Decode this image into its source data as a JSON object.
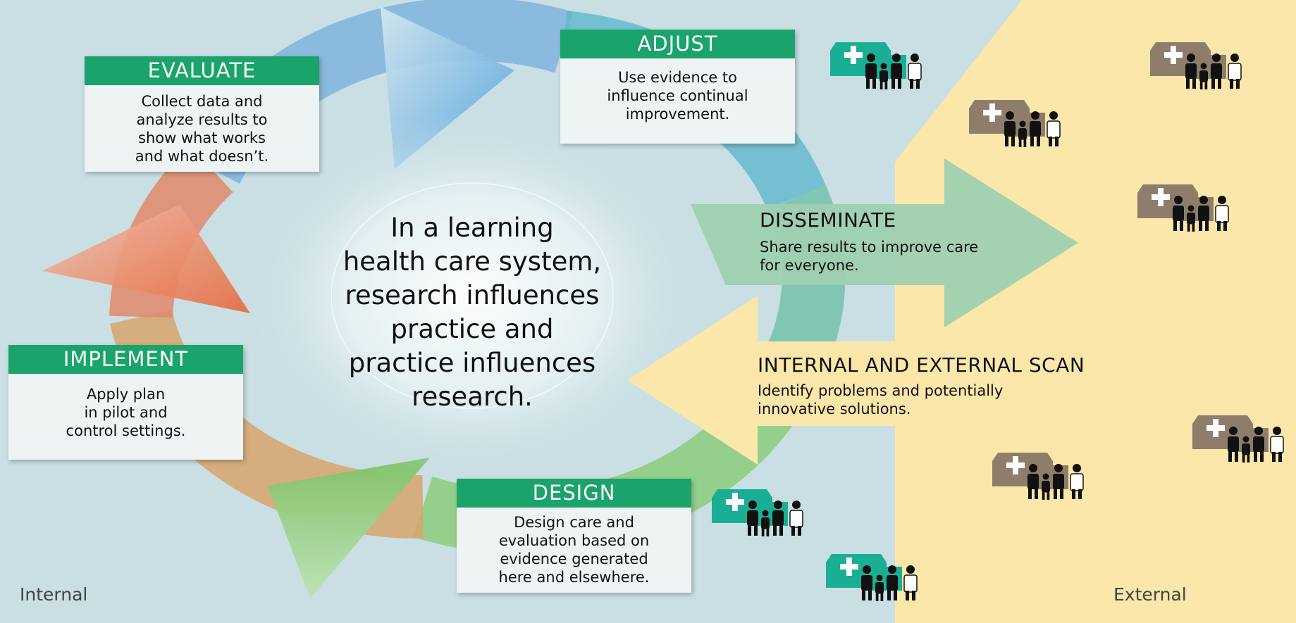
{
  "center_text": [
    "In a learning",
    "health care system,",
    "research influences",
    "practice and",
    "practice influences",
    "research."
  ],
  "boxes": {
    "evaluate": {
      "title": "EVALUATE",
      "lines": [
        "Collect data and",
        "analyze results to",
        "show what works",
        "and what doesn’t."
      ]
    },
    "adjust": {
      "title": "ADJUST",
      "lines": [
        "Use evidence to",
        "influence continual",
        "improvement."
      ]
    },
    "implement": {
      "title": "IMPLEMENT",
      "lines": [
        "Apply plan",
        "in pilot and",
        "control settings."
      ]
    },
    "design": {
      "title": "DESIGN",
      "lines": [
        "Design care and",
        "evaluation based on",
        "evidence generated",
        "here and elsewhere."
      ]
    }
  },
  "disseminate": {
    "title": "DISSEMINATE",
    "lines": [
      "Share results to improve care",
      "for everyone."
    ]
  },
  "scan": {
    "title": "INTERNAL AND EXTERNAL SCAN",
    "lines": [
      "Identify problems and potentially",
      "innovative solutions."
    ]
  },
  "corners": {
    "left": "Internal",
    "right": "External"
  },
  "icons": {
    "clinic_icon": "clinic-family-icon"
  },
  "colors": {
    "box_header": "#1aa36b",
    "background_internal": "#c9dfe4",
    "background_external": "#fbe7a9",
    "disseminate_arrow": "#9fd0b0",
    "scan_arrow": "#fbe7a9",
    "clinic_internal": "#1aaf95",
    "clinic_external": "#8f7d6b"
  }
}
